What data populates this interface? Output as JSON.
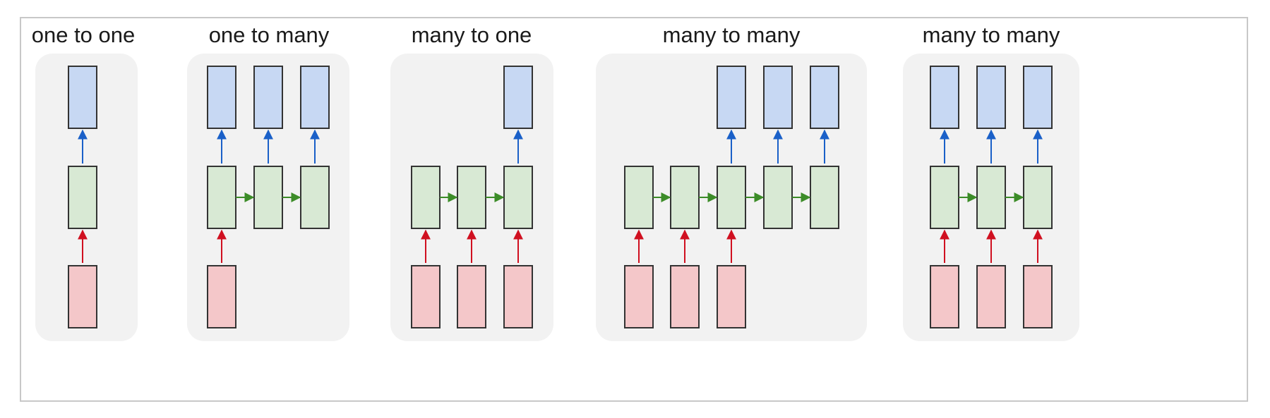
{
  "colors": {
    "panel_bg": "#f2f2f2",
    "input_fill": "#f4c7c9",
    "hidden_fill": "#d8e9d4",
    "output_fill": "#c7d8f3",
    "box_stroke": "#333333",
    "input_arrow": "#d01020",
    "recurrent_arrow": "#3c8c28",
    "output_arrow": "#1a60c8",
    "frame": "#c8c8c8"
  },
  "panels": [
    {
      "key": "one-to-one",
      "title": "one to one",
      "inputs": [
        0
      ],
      "hidden": [
        0
      ],
      "outputs": [
        0
      ]
    },
    {
      "key": "one-to-many",
      "title": "one to many",
      "inputs": [
        0
      ],
      "hidden": [
        0,
        1,
        2
      ],
      "outputs": [
        0,
        1,
        2
      ]
    },
    {
      "key": "many-to-one",
      "title": "many to one",
      "inputs": [
        0,
        1,
        2
      ],
      "hidden": [
        0,
        1,
        2
      ],
      "outputs": [
        2
      ]
    },
    {
      "key": "many-to-many-delayed",
      "title": "many to many",
      "inputs": [
        0,
        1,
        2
      ],
      "hidden": [
        0,
        1,
        2,
        3,
        4
      ],
      "outputs": [
        2,
        3,
        4
      ]
    },
    {
      "key": "many-to-many-synced",
      "title": "many to many",
      "inputs": [
        0,
        1,
        2
      ],
      "hidden": [
        0,
        1,
        2
      ],
      "outputs": [
        0,
        1,
        2
      ]
    }
  ]
}
